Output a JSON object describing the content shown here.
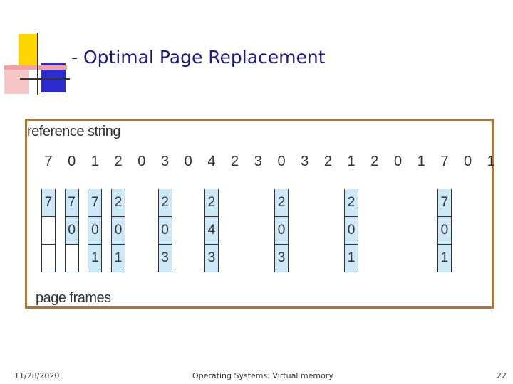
{
  "slide": {
    "title": "- Optimal Page Replacement",
    "footer_date": "11/28/2020",
    "footer_center": "Operating Systems: Virtual memory",
    "page_number": "22"
  },
  "diagram": {
    "reference_label": "reference string",
    "frames_label": "page frames",
    "reference_string": [
      "7",
      "0",
      "1",
      "2",
      "0",
      "3",
      "0",
      "4",
      "2",
      "3",
      "0",
      "3",
      "2",
      "1",
      "2",
      "0",
      "1",
      "7",
      "0",
      "1"
    ],
    "frame_states": [
      {
        "ref_index": 0,
        "frames": [
          "7",
          "",
          ""
        ]
      },
      {
        "ref_index": 1,
        "frames": [
          "7",
          "0",
          ""
        ]
      },
      {
        "ref_index": 2,
        "frames": [
          "7",
          "0",
          "1"
        ]
      },
      {
        "ref_index": 3,
        "frames": [
          "2",
          "0",
          "1"
        ]
      },
      {
        "ref_index": 5,
        "frames": [
          "2",
          "0",
          "3"
        ]
      },
      {
        "ref_index": 7,
        "frames": [
          "2",
          "4",
          "3"
        ]
      },
      {
        "ref_index": 10,
        "frames": [
          "2",
          "0",
          "3"
        ]
      },
      {
        "ref_index": 13,
        "frames": [
          "2",
          "0",
          "1"
        ]
      },
      {
        "ref_index": 17,
        "frames": [
          "7",
          "0",
          "1"
        ]
      }
    ]
  },
  "colors": {
    "title": "#1a1a8c",
    "box_border": "#c07020",
    "frame_fill": "#cde9f7"
  }
}
